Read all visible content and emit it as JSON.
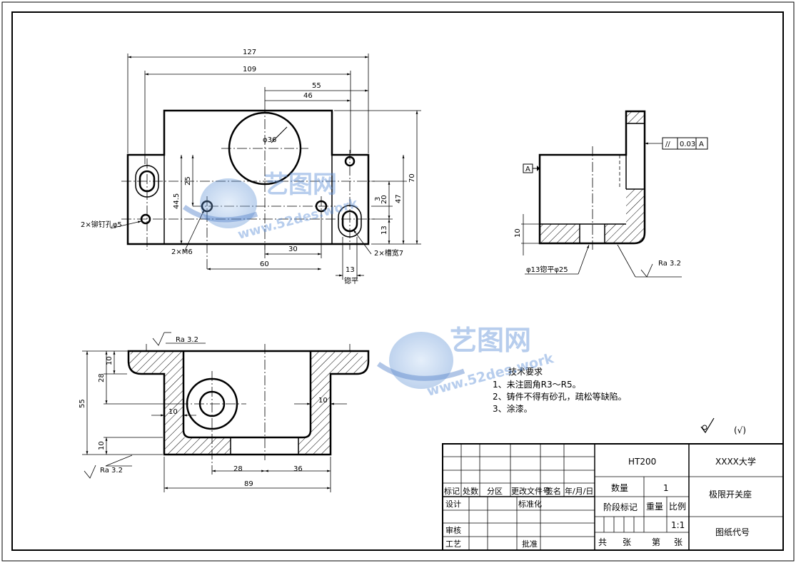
{
  "front_view": {
    "dims": {
      "d127": "127",
      "d109": "109",
      "d55": "55",
      "d46": "46",
      "d70": "70",
      "d47": "47",
      "d25": "25",
      "d44_5": "44.5",
      "d20": "20",
      "d13v": "13",
      "d3": "3",
      "d30": "30",
      "d60": "60",
      "d13h": "13"
    },
    "bore": "φ36",
    "notes": {
      "rivet_hole": "2×铆钉孔φ5",
      "tapped_hole": "2×M6",
      "slot": "2×槽宽7",
      "spot_face": "锪平"
    }
  },
  "side_view": {
    "datum": "A",
    "gdt": {
      "symbol": "//",
      "value": "0.03",
      "datum": "A"
    },
    "dim_10": "10",
    "counterbore": "φ13锪平φ25",
    "roughness": "Ra 3.2"
  },
  "section_view": {
    "roughness_top": "Ra 3.2",
    "roughness_bottom": "Ra 3.2",
    "dims": {
      "d55": "55",
      "d28v": "28",
      "d10a": "10",
      "d10b": "10",
      "d10c": "10",
      "d10d": "10",
      "d28h": "28",
      "d36": "36",
      "d89": "89"
    }
  },
  "tech_requirements": {
    "title": "技术要求",
    "items": [
      "1、未注圆角R3～R5。",
      "2、铸件不得有砂孔，疏松等缺陷。",
      "3、涂漆。"
    ]
  },
  "surface_symbol": "(√)",
  "title_block": {
    "material": "HT200",
    "university": "XXXX大学",
    "part_name": "极限开关座",
    "drawing_no_label": "图纸代号",
    "quantity_label": "数量",
    "quantity": "1",
    "stage_label": "阶段标记",
    "weight_label": "重量",
    "scale_label": "比例",
    "scale": "1:1",
    "total_label": "共",
    "sheet_unit": "张",
    "page_label": "第",
    "sheet_unit2": "张",
    "row_labels": {
      "mark": "标记",
      "count": "处数",
      "zone": "分区",
      "change_doc": "更改文件号",
      "sign": "签名",
      "date": "年/月/日",
      "design": "设计",
      "standard": "标准化",
      "review": "审核",
      "process": "工艺",
      "approve": "批准"
    }
  },
  "watermark": {
    "logo": "艺图网",
    "url": "www.52des.work"
  }
}
